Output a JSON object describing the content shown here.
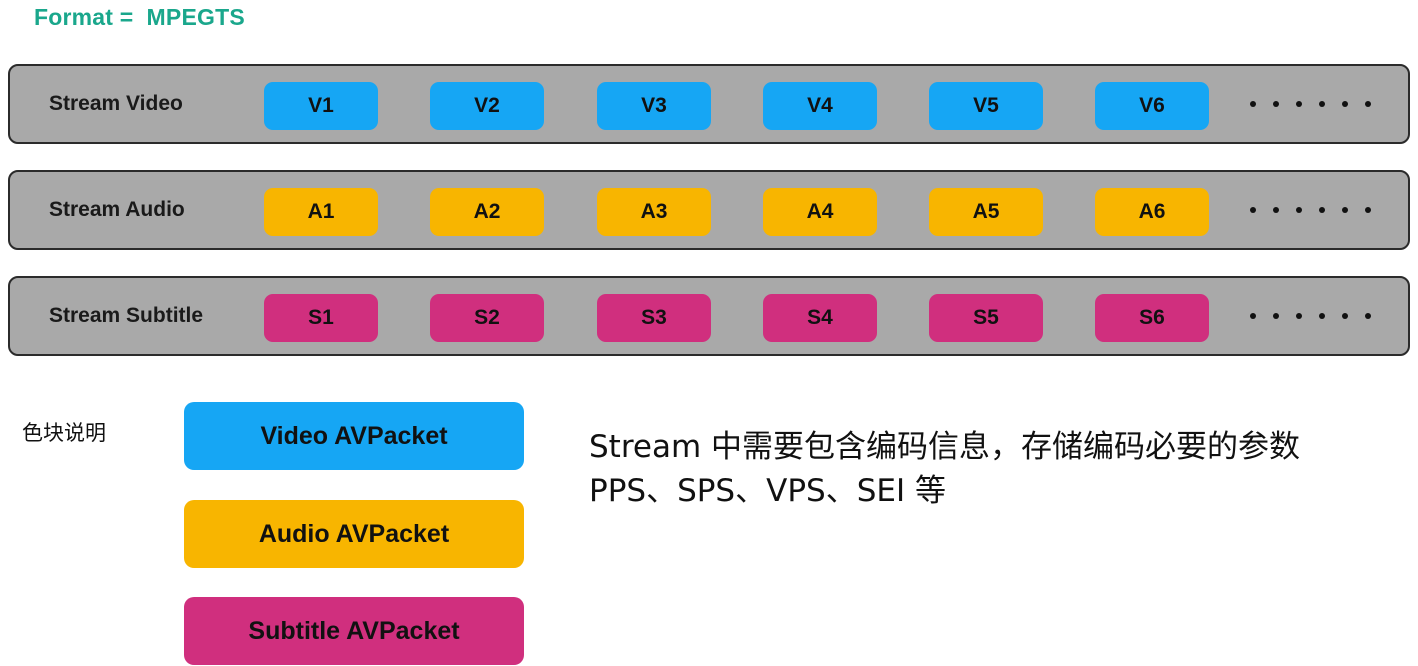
{
  "format": {
    "title": "Format =  MPEGTS"
  },
  "streams": [
    {
      "label": "Stream Video",
      "packets": [
        "V1",
        "V2",
        "V3",
        "V4",
        "V5",
        "V6"
      ],
      "color": "#16a6f4",
      "ellipsis": "• • • • • •"
    },
    {
      "label": "Stream Audio",
      "packets": [
        "A1",
        "A2",
        "A3",
        "A4",
        "A5",
        "A6"
      ],
      "color": "#f8b500",
      "ellipsis": "• • • • • •"
    },
    {
      "label": "Stream Subtitle",
      "packets": [
        "S1",
        "S2",
        "S3",
        "S4",
        "S5",
        "S6"
      ],
      "color": "#d02f7e",
      "ellipsis": "• • • • • •"
    }
  ],
  "legend": {
    "title": "色块说明",
    "items": [
      {
        "label": "Video AVPacket",
        "color": "#16a6f4"
      },
      {
        "label": "Audio AVPacket",
        "color": "#f8b500"
      },
      {
        "label": "Subtitle AVPacket",
        "color": "#d02f7e"
      }
    ]
  },
  "note": {
    "line1": "Stream 中需要包含编码信息，存储编码必要的参数",
    "line2": "PPS、SPS、VPS、SEI 等"
  },
  "colors": {
    "format_title": "#1aa78c",
    "row_background": "#a9a9a9",
    "row_border": "#2b2b2b",
    "video": "#16a6f4",
    "audio": "#f8b500",
    "subtitle": "#d02f7e"
  }
}
